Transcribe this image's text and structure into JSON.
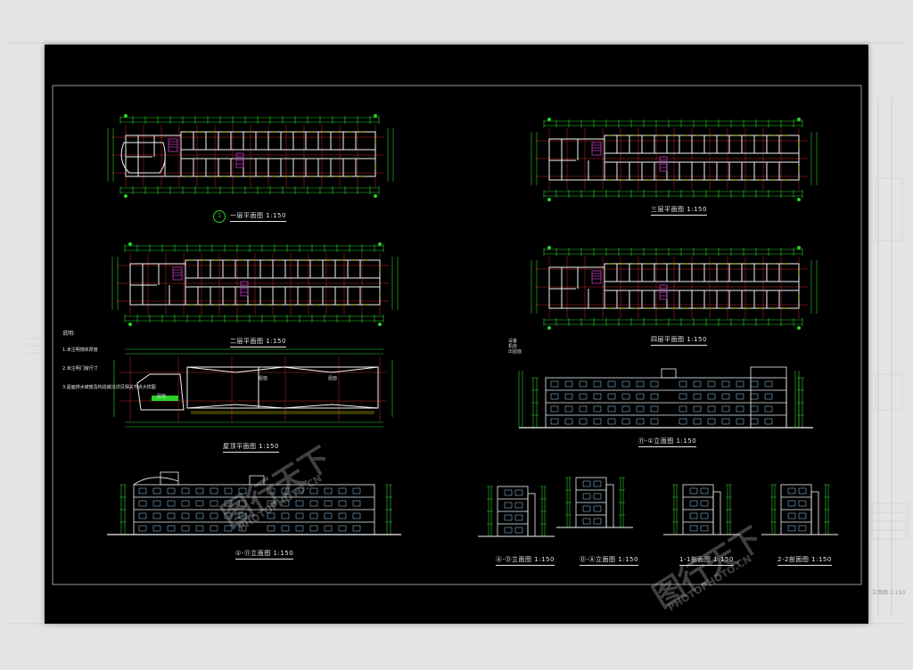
{
  "drawings": {
    "plan_1": "一层平面图 1:150",
    "plan_2": "二层平面图 1:150",
    "plan_3": "三层平面图 1:150",
    "plan_4": "四层平面图 1:150",
    "roof": "屋顶平面图 1:150",
    "elevation_main": "①-⑪立面图 1:150",
    "elevation_rear": "⑪-①立面图 1:150",
    "elev_small_a": "Ⓐ-Ⓓ立面图 1:150",
    "elev_small_b": "Ⓓ-Ⓐ立面图 1:150",
    "section_1": "1-1剖面图 1:150",
    "section_2": "2-2剖面图 1:150"
  },
  "marker": "1",
  "notes": {
    "title": "说明:",
    "lines": [
      "1.未注明墙体厚度",
      "2.未注明门窗尺寸",
      "3.屋面排水坡度及构造做法详见相关节点大样图"
    ]
  },
  "small_labels": {
    "roof_room_a": "屋面",
    "roof_room_b": "屋面",
    "roof_room_c": "屋面",
    "elev_note": "设备\n机房\n出屋面"
  },
  "watermark": {
    "text_cn": "图行天下",
    "text_en": "PHOTOPHOTO.CN"
  },
  "background_sheet": {
    "label": "立面图 1:150"
  },
  "colors": {
    "sheet": "#000000",
    "frame": "#bdbdbd",
    "axis": "#d22a2a",
    "dimension": "#2bd32b",
    "wall": "#f2f2f2",
    "window": "#e6e600",
    "stair": "#c23ac2",
    "page": "#e4e4e4"
  }
}
